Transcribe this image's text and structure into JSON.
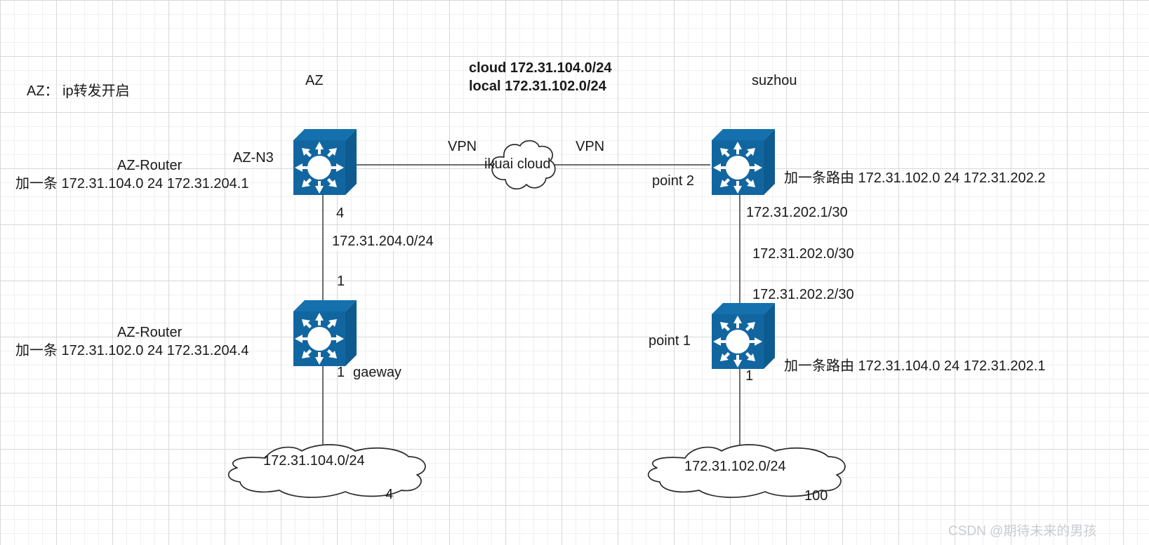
{
  "diagram": {
    "title": "Network topology: AZ cloud to suzhou local via ikuai cloud VPN",
    "colors": {
      "router_fill": "#1266a0",
      "router_top": "#1471ad",
      "router_side": "#0e5c8f",
      "line": "#6b6b6b",
      "text": "#1a1a1a",
      "watermark": "#c9ccd1",
      "grid_minor": "#f0f0f0",
      "grid_major": "#d8d8d8"
    }
  },
  "labels": {
    "az_note": "AZ： ip转发开启",
    "az_zone": "AZ",
    "suzhou_zone": "suzhou",
    "cloud_subnet_line1": "cloud 172.31.104.0/24",
    "cloud_subnet_line2": "local 172.31.102.0/24",
    "az_n3_name": "AZ-N3",
    "az_router_top_title": "AZ-Router",
    "az_router_top_route": "加一条  172.31.104.0 24 172.31.204.1",
    "az_router_bottom_title": "AZ-Router",
    "az_router_bottom_route": "加一条  172.31.102.0 24 172.31.204.4",
    "vpn_left": "VPN",
    "vpn_right": "VPN",
    "ikuai_cloud": "ikuai cloud",
    "point2": "point 2",
    "point1": "point 1",
    "gateway": "gaeway",
    "port_az_n3_down": "4",
    "port_gateway_up": "1",
    "port_gateway_down": "1",
    "port_point1_down": "1",
    "link_az_subnet": "172.31.204.0/24",
    "wan_ip_point2": "172.31.202.1/30",
    "wan_subnet": "172.31.202.0/30",
    "wan_ip_point1": "172.31.202.2/30",
    "point2_route": "加一条路由 172.31.102.0 24 172.31.202.2",
    "point1_route": "加一条路由 172.31.104.0 24 172.31.202.1",
    "lan_cloud_left": "172.31.104.0/24",
    "lan_cloud_right": "172.31.102.0/24",
    "lan_left_count": "4",
    "lan_right_count": "100",
    "watermark": "CSDN @期待未来的男孩"
  },
  "nodes": [
    {
      "id": "az-n3",
      "icon": "router-icon",
      "name": "AZ-N3"
    },
    {
      "id": "az-gateway",
      "icon": "router-icon",
      "name": "gaeway"
    },
    {
      "id": "point-2",
      "icon": "router-icon",
      "name": "point 2"
    },
    {
      "id": "point-1",
      "icon": "router-icon",
      "name": "point 1"
    }
  ],
  "clouds": [
    {
      "id": "ikuai-cloud",
      "label": "ikuai cloud"
    },
    {
      "id": "lan-cloud-left",
      "label": "172.31.104.0/24"
    },
    {
      "id": "lan-cloud-right",
      "label": "172.31.102.0/24"
    }
  ]
}
